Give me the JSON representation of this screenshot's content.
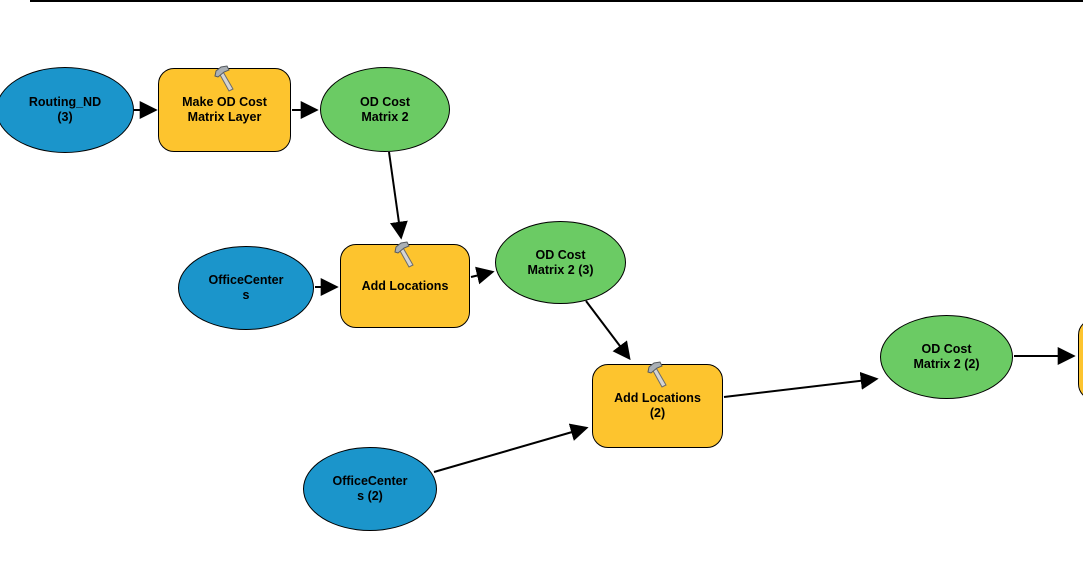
{
  "diagram": {
    "type": "model-builder-flowchart",
    "palette": {
      "input_fill": "#1B95CB",
      "tool_fill": "#FDC42E",
      "output_fill": "#6BCB64",
      "connector_color": "#000000",
      "background": "#FFFFFF"
    },
    "nodes": {
      "routing_nd": {
        "type": "input-data",
        "shape": "ellipse",
        "lines": [
          "Routing_ND",
          "(3)"
        ]
      },
      "make_od_cost_matrix_layer": {
        "type": "tool",
        "shape": "rounded-rect",
        "icon": "hammer-icon",
        "lines": [
          "Make OD Cost",
          "Matrix Layer"
        ]
      },
      "od_cost_matrix_2": {
        "type": "output-data",
        "shape": "ellipse",
        "lines": [
          "OD Cost",
          "Matrix 2"
        ]
      },
      "officecenters": {
        "type": "input-data",
        "shape": "ellipse",
        "lines": [
          "OfficeCenter",
          "s"
        ]
      },
      "add_locations": {
        "type": "tool",
        "shape": "rounded-rect",
        "icon": "hammer-icon",
        "lines": [
          "Add Locations"
        ]
      },
      "od_cost_matrix_2_3": {
        "type": "output-data",
        "shape": "ellipse",
        "lines": [
          "OD Cost",
          "Matrix 2 (3)"
        ]
      },
      "add_locations_2": {
        "type": "tool",
        "shape": "rounded-rect",
        "icon": "hammer-icon",
        "lines": [
          "Add Locations",
          "(2)"
        ]
      },
      "officecenters_2": {
        "type": "input-data",
        "shape": "ellipse",
        "lines": [
          "OfficeCenter",
          "s (2)"
        ]
      },
      "od_cost_matrix_2_2": {
        "type": "output-data",
        "shape": "ellipse",
        "lines": [
          "OD Cost",
          "Matrix 2 (2)"
        ]
      },
      "partial_tool_right_edge": {
        "type": "tool",
        "shape": "rounded-rect",
        "lines": []
      }
    },
    "edges": [
      {
        "from": "routing_nd",
        "to": "make_od_cost_matrix_layer"
      },
      {
        "from": "make_od_cost_matrix_layer",
        "to": "od_cost_matrix_2"
      },
      {
        "from": "od_cost_matrix_2",
        "to": "add_locations"
      },
      {
        "from": "officecenters",
        "to": "add_locations"
      },
      {
        "from": "add_locations",
        "to": "od_cost_matrix_2_3"
      },
      {
        "from": "od_cost_matrix_2_3",
        "to": "add_locations_2"
      },
      {
        "from": "officecenters_2",
        "to": "add_locations_2"
      },
      {
        "from": "add_locations_2",
        "to": "od_cost_matrix_2_2"
      },
      {
        "from": "od_cost_matrix_2_2",
        "to": "partial_tool_right_edge"
      }
    ]
  }
}
